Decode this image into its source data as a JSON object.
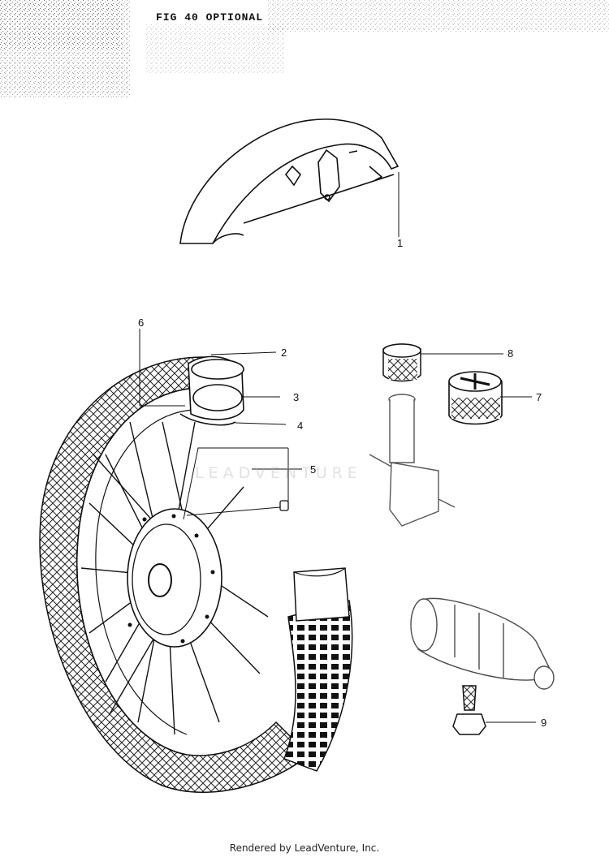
{
  "figure": {
    "title": "FIG 40 OPTIONAL",
    "part_numbers": [
      "1",
      "2",
      "3",
      "4",
      "5",
      "6",
      "7",
      "8",
      "9"
    ]
  },
  "watermark": "LEADVENTURE",
  "footer": "Rendered by LeadVenture, Inc.",
  "colors": {
    "ink": "#111111",
    "background": "#ffffff",
    "watermark": "#aaaaaa"
  }
}
